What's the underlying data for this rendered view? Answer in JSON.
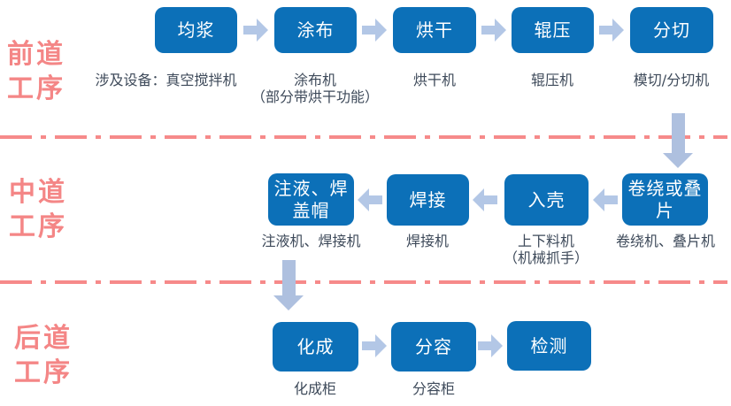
{
  "colors": {
    "box_blue": "#0C70B8",
    "arrow_h": "#B3C7E6",
    "arrow_v": "#AEC0DF",
    "label_red": "#F48686",
    "divider_red": "#F68A8A",
    "equip_text": "#3E4A5A"
  },
  "sections": [
    {
      "name": "前道工序",
      "label_line1": "前道",
      "label_line2": "工序",
      "flow": "left-to-right",
      "steps": [
        {
          "process": "均浆",
          "equipment": "涉及设备：真空搅拌机"
        },
        {
          "process": "涂布",
          "equipment": "涂布机",
          "equipment_note": "（部分带烘干功能）"
        },
        {
          "process": "烘干",
          "equipment": "烘干机"
        },
        {
          "process": "辊压",
          "equipment": "辊压机"
        },
        {
          "process": "分切",
          "equipment": "模切/分切机"
        }
      ]
    },
    {
      "name": "中道工序",
      "label_line1": "中道",
      "label_line2": "工序",
      "flow": "right-to-left",
      "steps": [
        {
          "process": "注液、焊盖帽",
          "equipment": "注液机、焊接机"
        },
        {
          "process": "焊接",
          "equipment": "焊接机"
        },
        {
          "process": "入壳",
          "equipment": "上下料机",
          "equipment_note": "（机械抓手）"
        },
        {
          "process": "卷绕或叠片",
          "equipment": "卷绕机、叠片机"
        }
      ]
    },
    {
      "name": "后道工序",
      "label_line1": "后道",
      "label_line2": "工序",
      "flow": "left-to-right",
      "steps": [
        {
          "process": "化成",
          "equipment": "化成柜"
        },
        {
          "process": "分容",
          "equipment": "分容柜"
        },
        {
          "process": "检测",
          "equipment": ""
        }
      ]
    }
  ]
}
